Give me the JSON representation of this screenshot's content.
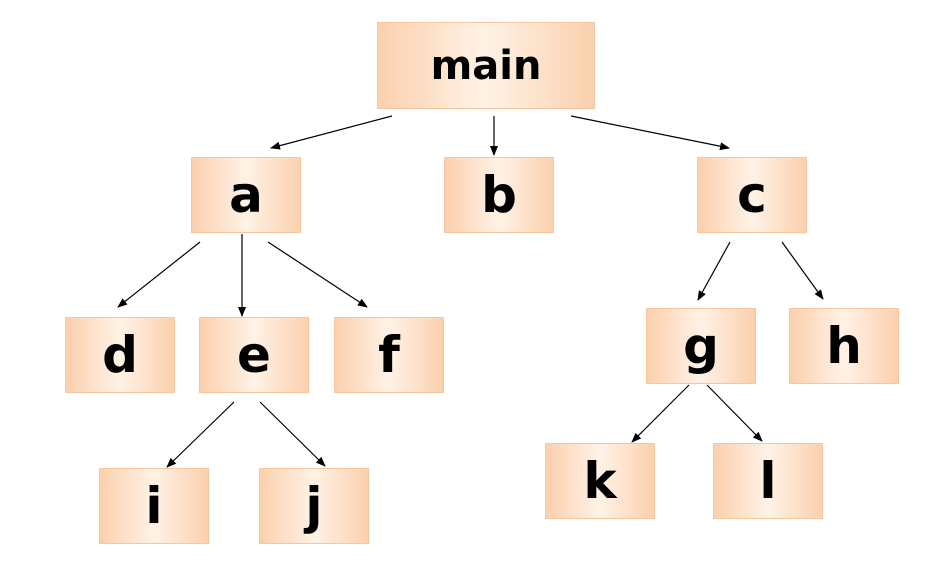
{
  "diagram": {
    "type": "tree",
    "nodes": [
      {
        "id": "main",
        "label": "main"
      },
      {
        "id": "a",
        "label": "a"
      },
      {
        "id": "b",
        "label": "b"
      },
      {
        "id": "c",
        "label": "c"
      },
      {
        "id": "d",
        "label": "d"
      },
      {
        "id": "e",
        "label": "e"
      },
      {
        "id": "f",
        "label": "f"
      },
      {
        "id": "g",
        "label": "g"
      },
      {
        "id": "h",
        "label": "h"
      },
      {
        "id": "i",
        "label": "i"
      },
      {
        "id": "j",
        "label": "j"
      },
      {
        "id": "k",
        "label": "k"
      },
      {
        "id": "l",
        "label": "l"
      }
    ],
    "edges": [
      {
        "from": "main",
        "to": "a"
      },
      {
        "from": "main",
        "to": "b"
      },
      {
        "from": "main",
        "to": "c"
      },
      {
        "from": "a",
        "to": "d"
      },
      {
        "from": "a",
        "to": "e"
      },
      {
        "from": "a",
        "to": "f"
      },
      {
        "from": "c",
        "to": "g"
      },
      {
        "from": "c",
        "to": "h"
      },
      {
        "from": "e",
        "to": "i"
      },
      {
        "from": "e",
        "to": "j"
      },
      {
        "from": "g",
        "to": "k"
      },
      {
        "from": "g",
        "to": "l"
      }
    ],
    "colors": {
      "node_edge": "#fbd0ad",
      "node_center": "#fff1e4",
      "node_border": "#f4c7a1",
      "arrow": "#000000"
    }
  }
}
